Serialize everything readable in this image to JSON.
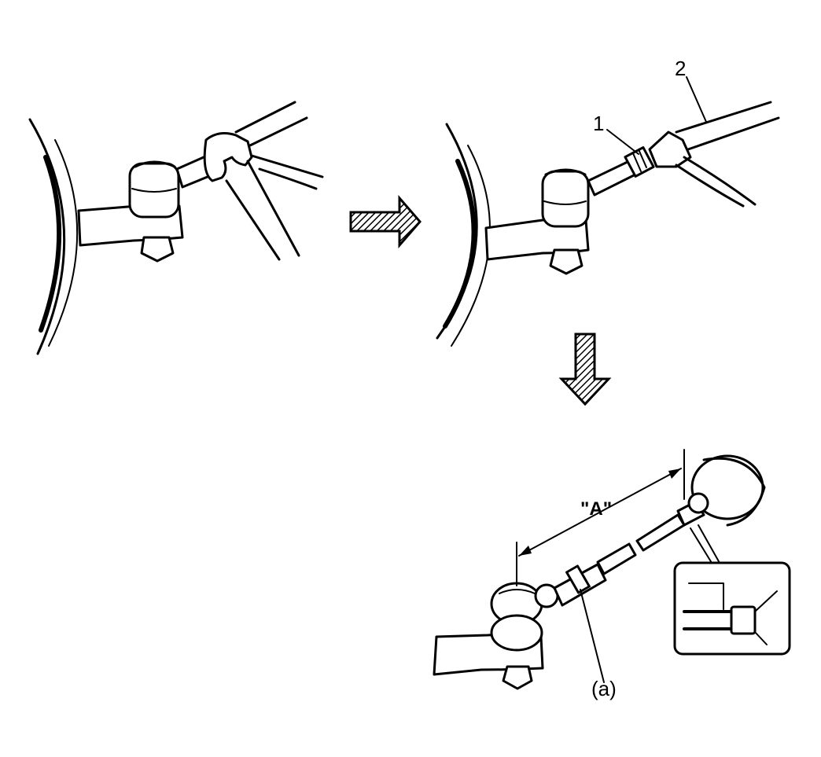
{
  "labels": {
    "part1": "1",
    "part2": "2",
    "dimension": "\"A\"",
    "locknut": "(a)"
  },
  "colors": {
    "ink": "#000000",
    "paper": "#ffffff"
  },
  "arrows": {
    "step1_direction": "right",
    "step2_direction": "down"
  }
}
